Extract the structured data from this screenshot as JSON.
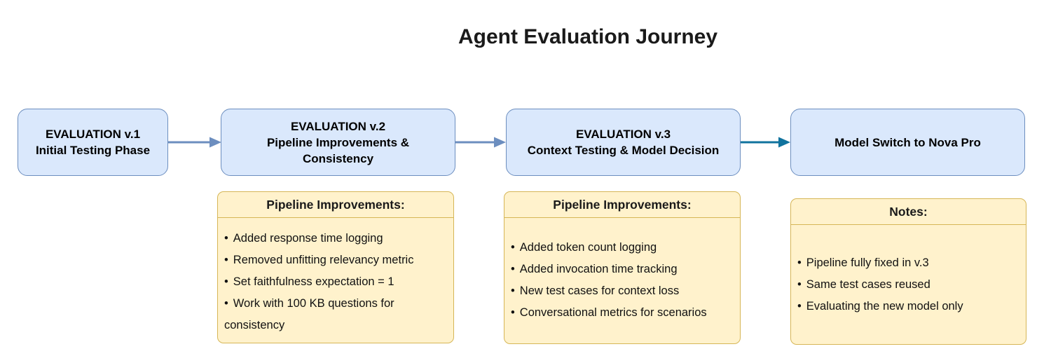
{
  "title": "Agent Evaluation Journey",
  "bullet_char": "•",
  "colors": {
    "node_fill": "#dae8fc",
    "node_stroke": "#6c8ebf",
    "note_fill": "#fff2cc",
    "note_stroke": "#d6b656",
    "arrow_blue": "#6c8ebf",
    "arrow_teal": "#10739e",
    "text": "#000000"
  },
  "nodes": [
    {
      "id": "evaluation-v1",
      "lines": [
        "EVALUATION v.1",
        "Initial Testing Phase"
      ]
    },
    {
      "id": "evaluation-v2",
      "lines": [
        "EVALUATION v.2",
        "Pipeline Improvements &",
        "Consistency"
      ]
    },
    {
      "id": "evaluation-v3",
      "lines": [
        "EVALUATION v.3",
        "Context Testing & Model Decision"
      ]
    },
    {
      "id": "model-switch-nova-pro",
      "lines": [
        "Model Switch to Nova Pro"
      ]
    }
  ],
  "arrows": [
    {
      "from": "evaluation-v1",
      "to": "evaluation-v2",
      "color": "#6c8ebf"
    },
    {
      "from": "evaluation-v2",
      "to": "evaluation-v3",
      "color": "#6c8ebf"
    },
    {
      "from": "evaluation-v3",
      "to": "model-switch-nova-pro",
      "color": "#10739e"
    }
  ],
  "notes": [
    {
      "header": "Pipeline Improvements:",
      "items": [
        "Added response time logging",
        "Removed unfitting relevancy metric",
        "Set faithfulness expectation = 1",
        "Work with 100 KB questions for consistency"
      ]
    },
    {
      "header": "Pipeline Improvements:",
      "items": [
        "Added token count logging",
        "Added invocation time tracking",
        "New test cases for context loss",
        "Conversational metrics for scenarios"
      ]
    },
    {
      "header": "Notes:",
      "items": [
        "Pipeline fully fixed in v.3",
        "Same test cases reused",
        "Evaluating the new model only"
      ]
    }
  ]
}
